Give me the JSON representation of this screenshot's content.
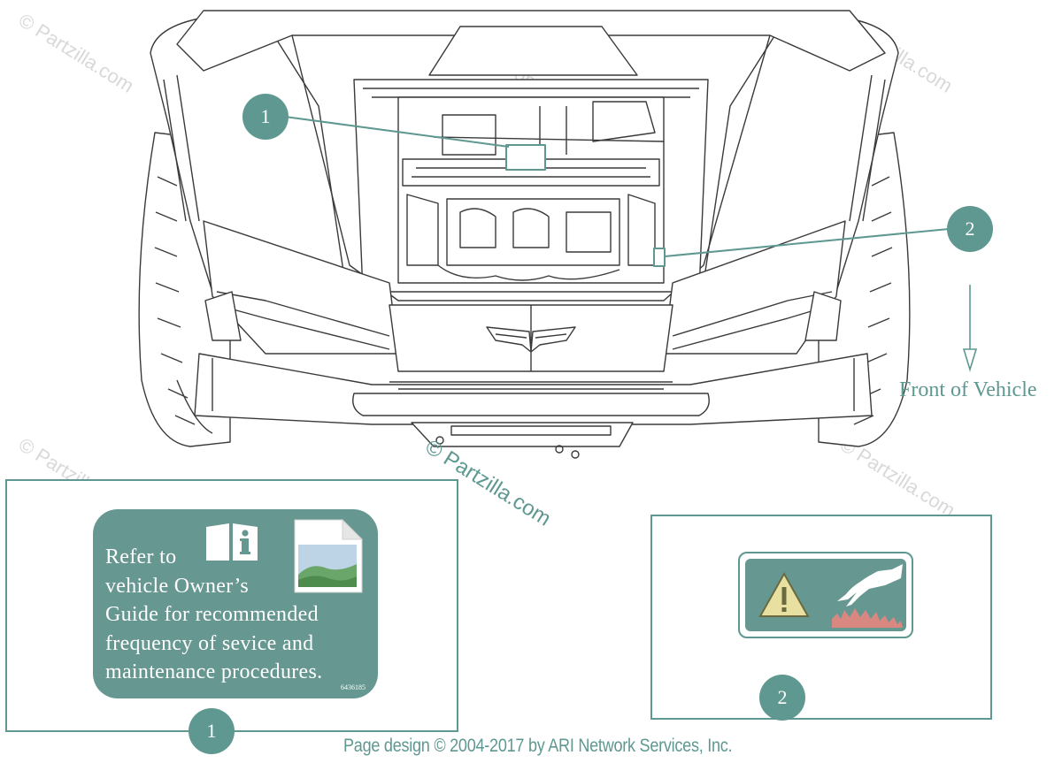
{
  "diagram": {
    "callouts": [
      {
        "number": "1"
      },
      {
        "number": "2"
      }
    ],
    "front_label": "Front of Vehicle",
    "decal_1": {
      "lines": [
        "Refer to",
        "vehicle Owner’s",
        "Guide for recommended",
        "frequency of sevice and",
        "maintenance procedures."
      ],
      "code": "6436185",
      "icons": [
        "book-info-icon",
        "document-image-icon"
      ]
    },
    "decal_2": {
      "icons": [
        "warning-triangle-icon",
        "hand-hot-surface-icon"
      ]
    },
    "watermark": "© Partzilla.com",
    "footer": "Page design © 2004-2017 by ARI Network Services, Inc."
  },
  "colors": {
    "teal": "#5e9891",
    "decal_teal": "#669791",
    "line_art": "#3a3a3a",
    "warning_yellow": "#e8e0a0",
    "heat_red": "#d88880"
  }
}
